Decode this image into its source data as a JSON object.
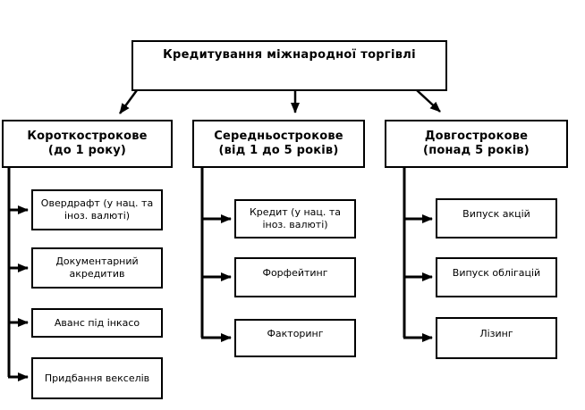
{
  "diagram": {
    "title": "Кредитування міжнародної торгівлі",
    "root": {
      "label": "Кредитування міжнародної торгівлі"
    },
    "columns": [
      {
        "header": {
          "label": "Короткострокове",
          "sublabel": "(до 1 року)"
        },
        "items": [
          "Овердрафт (у нац. та іноз. валюті)",
          "Документарний акредитив",
          "Аванс під інкасо",
          "Придбання векселів"
        ]
      },
      {
        "header": {
          "label": "Середньострокове",
          "sublabel": "(від 1 до 5 років)"
        },
        "items": [
          "Кредит (у нац. та іноз. валюті)",
          "Форфейтинг",
          "Факторинг"
        ]
      },
      {
        "header": {
          "label": "Довгострокове",
          "sublabel": "(понад 5 років)"
        },
        "items": [
          "Випуск акцій",
          "Випуск облігацій",
          "Лізинг"
        ]
      }
    ],
    "colors": {
      "line": "#000000",
      "box_border": "#000000",
      "background": "#ffffff",
      "text": "#000000"
    }
  }
}
